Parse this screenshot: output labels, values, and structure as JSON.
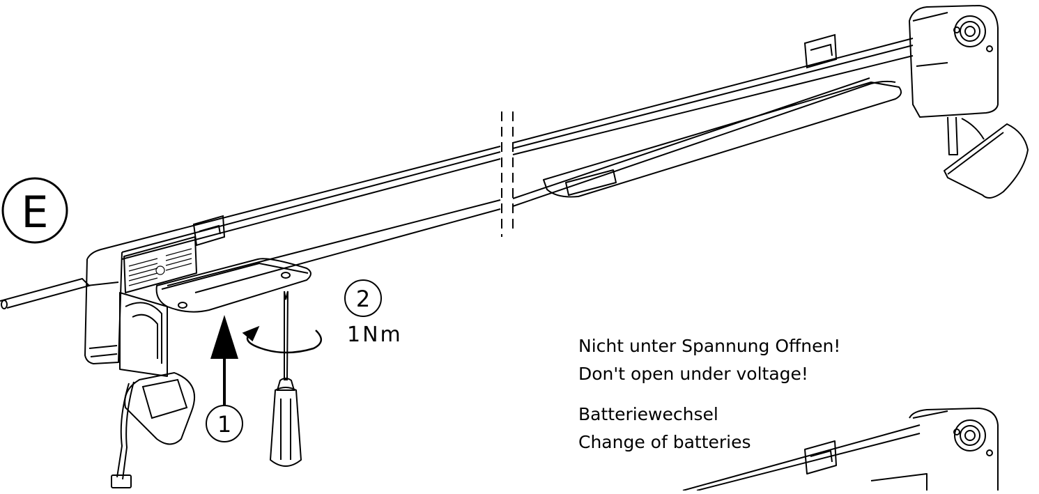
{
  "diagram": {
    "step_marker": "E",
    "callouts": {
      "push_step": "1",
      "screw_step": "2",
      "torque": "1Nm"
    },
    "notes": {
      "warning_de": "Nicht unter Spannung Offnen!",
      "warning_en": "Don't open under voltage!",
      "battery_de": "Batteriewechsel",
      "battery_en": "Change of batteries"
    },
    "colors": {
      "line": "#000000",
      "background": "#ffffff"
    },
    "icons": [
      "screwdriver-icon",
      "rotation-arrow-icon",
      "push-arrow-icon",
      "break-line-icon"
    ]
  }
}
